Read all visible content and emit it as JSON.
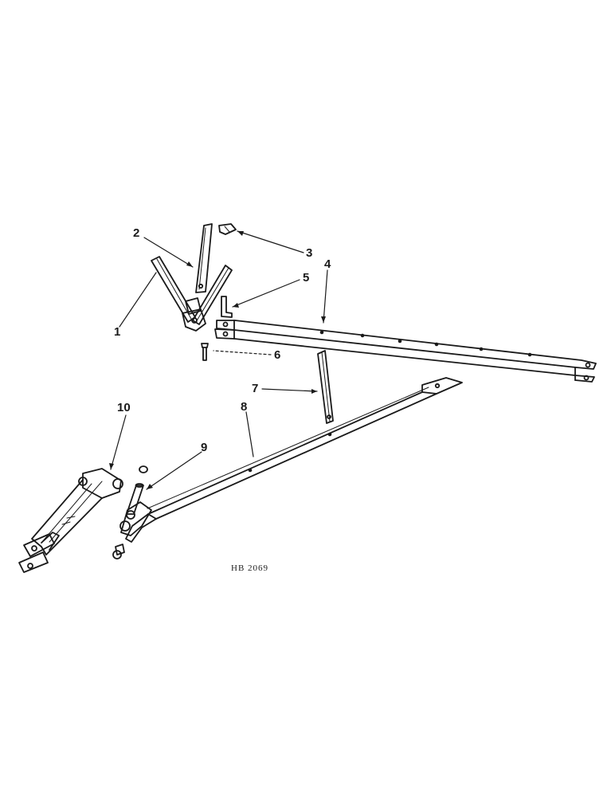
{
  "diagram": {
    "part_numbers": [
      "1",
      "2",
      "3",
      "4",
      "5",
      "6",
      "7",
      "8",
      "9",
      "10"
    ],
    "drawing_code": "HB  2069"
  },
  "colors": {
    "ink": "#1a1a1a",
    "paper": "#ffffff"
  }
}
